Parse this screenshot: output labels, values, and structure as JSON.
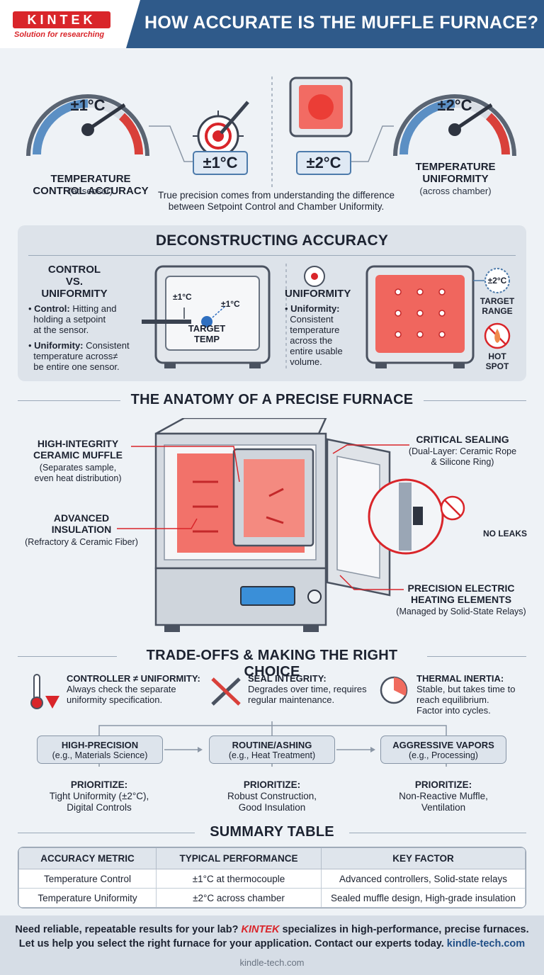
{
  "header": {
    "logo": "KINTEK",
    "tagline": "Solution for researching",
    "title": "HOW ACCURATE IS THE MUFFLE FURNACE?"
  },
  "intro": {
    "gauge_left_value": "±1°C",
    "gauge_left_label_1": "TEMPERATURE",
    "gauge_left_label_2": "CONTROL ACCURACY",
    "gauge_left_sub": "(at sensor)",
    "box_left": "±1°C",
    "box_right": "±2°C",
    "gauge_right_value": "±2°C",
    "gauge_right_label_1": "TEMPERATURE",
    "gauge_right_label_2": "UNIFORMITY",
    "gauge_right_sub": "(across chamber)",
    "caption_1": "True precision comes from understanding the difference",
    "caption_2": "between Setpoint Control and Chamber Uniformity."
  },
  "deconstruct": {
    "title": "DECONSTRUCTING ACCURACY",
    "left_heading_1": "CONTROL",
    "left_heading_2": "VS.",
    "left_heading_3": "UNIFORMITY",
    "b1_key": "Control:",
    "b1_text_1": "Hitting and",
    "b1_text_2": "holding a setpoint",
    "b1_text_3": "at the sensor.",
    "b2_key": "Uniformity:",
    "b2_text_1": "Consistent",
    "b2_text_2": "temperature across≠",
    "b2_text_3": "be entire one sensor.",
    "oven_left_a": "±1°C",
    "oven_left_b": "±1°C",
    "oven_left_target_1": "TARGET",
    "oven_left_target_2": "TEMP",
    "mid_heading": "UNIFORMITY",
    "b3_key": "Uniformity:",
    "b3_text_1": "Consistent",
    "b3_text_2": "temperature",
    "b3_text_3": "across the",
    "b3_text_4": "entire usable",
    "b3_text_5": "volume.",
    "range_value": "±2°C",
    "range_label_1": "TARGET",
    "range_label_2": "RANGE",
    "hot_label_1": "HOT",
    "hot_label_2": "SPOT"
  },
  "anatomy": {
    "title": "THE ANATOMY OF A PRECISE FURNACE",
    "muffle_1": "HIGH-INTEGRITY",
    "muffle_2": "CERAMIC MUFFLE",
    "muffle_sub_1": "(Separates sample,",
    "muffle_sub_2": "even heat distribution)",
    "insul_1": "ADVANCED",
    "insul_2": "INSULATION",
    "insul_sub": "(Refractory & Ceramic Fiber)",
    "seal_1": "CRITICAL SEALING",
    "seal_sub_1": "(Dual-Layer: Ceramic Rope",
    "seal_sub_2": "& Silicone Ring)",
    "noleak": "NO LEAKS",
    "heat_1": "PRECISION ELECTRIC",
    "heat_2": "HEATING ELEMENTS",
    "heat_sub": "(Managed by Solid-State Relays)"
  },
  "tradeoffs": {
    "title": "TRADE-OFFS & MAKING THE RIGHT CHOICE",
    "t1_title": "CONTROLLER ≠ UNIFORMITY:",
    "t1_text_1": "Always check the separate",
    "t1_text_2": "uniformity specification.",
    "t2_title": "SEAL INTEGRITY:",
    "t2_text_1": "Degrades over time, requires",
    "t2_text_2": "regular maintenance.",
    "t3_title": "THERMAL INERTIA:",
    "t3_text_1": "Stable, but takes time to",
    "t3_text_2": "reach equilibrium.",
    "t3_text_3": "Factor into cycles.",
    "c1_title": "HIGH-PRECISION",
    "c1_sub": "(e.g., Materials Science)",
    "c2_title": "ROUTINE/ASHING",
    "c2_sub": "(e.g., Heat Treatment)",
    "c3_title": "AGGRESSIVE VAPORS",
    "c3_sub": "(e.g., Processing)",
    "prio_label": "PRIORITIZE:",
    "p1_1": "Tight Uniformity (±2°C),",
    "p1_2": "Digital Controls",
    "p2_1": "Robust Construction,",
    "p2_2": "Good Insulation",
    "p3_1": "Non-Reactive Muffle,",
    "p3_2": "Ventilation"
  },
  "summary": {
    "title": "SUMMARY TABLE",
    "headers": [
      "ACCURACY METRIC",
      "TYPICAL PERFORMANCE",
      "KEY FACTOR"
    ],
    "rows": [
      [
        "Temperature Control",
        "±1°C at thermocouple",
        "Advanced controllers, Solid-state relays"
      ],
      [
        "Temperature Uniformity",
        "±2°C across chamber",
        "Sealed muffle design, High-grade insulation"
      ]
    ]
  },
  "footer": {
    "line1_a": "Need reliable, repeatable results for your lab?",
    "line1_brand": "KINTEK",
    "line1_b": "specializes in high-performance, precise furnaces.",
    "line2_a": "Let us help you select the right furnace for your application. Contact our experts today.",
    "line2_link": "kindle-tech.com",
    "site": "kindle-tech.com"
  },
  "colors": {
    "brand_red": "#d9252a",
    "header_blue": "#2f5a8a",
    "accent_blue": "#4d7bab"
  }
}
